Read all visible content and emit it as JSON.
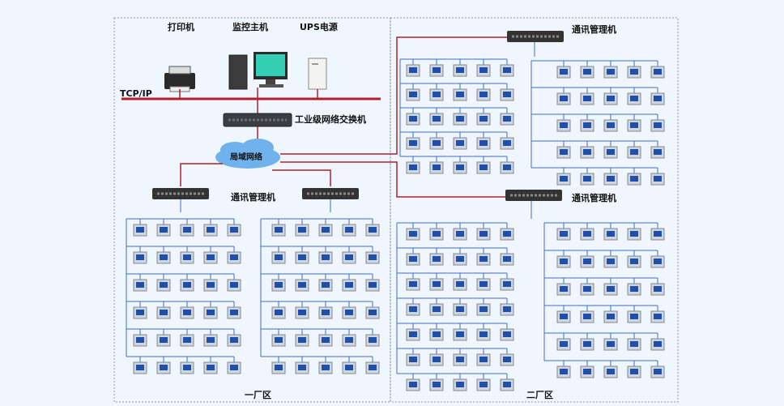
{
  "labels": {
    "printer": "打印机",
    "monitor_host": "监控主机",
    "ups": "UPS电源",
    "tcpip": "TCP/IP",
    "industrial_switch": "工业级网络交换机",
    "lan": "局域网络",
    "comm_manager": "通讯管理机",
    "zone1": "一厂区",
    "zone2": "二厂区"
  },
  "colors": {
    "background": "#f0f6fd",
    "bus_red": "#b0202a",
    "field_blue": "#3b6fc7",
    "zone_border": "#8a9aa8",
    "cloud": "#6fb2ec",
    "device_screen": "#1f4fa8"
  },
  "zones": [
    {
      "name_key": "zone1"
    },
    {
      "name_key": "zone2"
    }
  ],
  "comm_managers": [
    {
      "zone": "zone1",
      "position": "left"
    },
    {
      "zone": "zone1",
      "position": "right"
    },
    {
      "zone": "zone2",
      "position": "top"
    },
    {
      "zone": "zone2",
      "position": "bottom"
    }
  ]
}
